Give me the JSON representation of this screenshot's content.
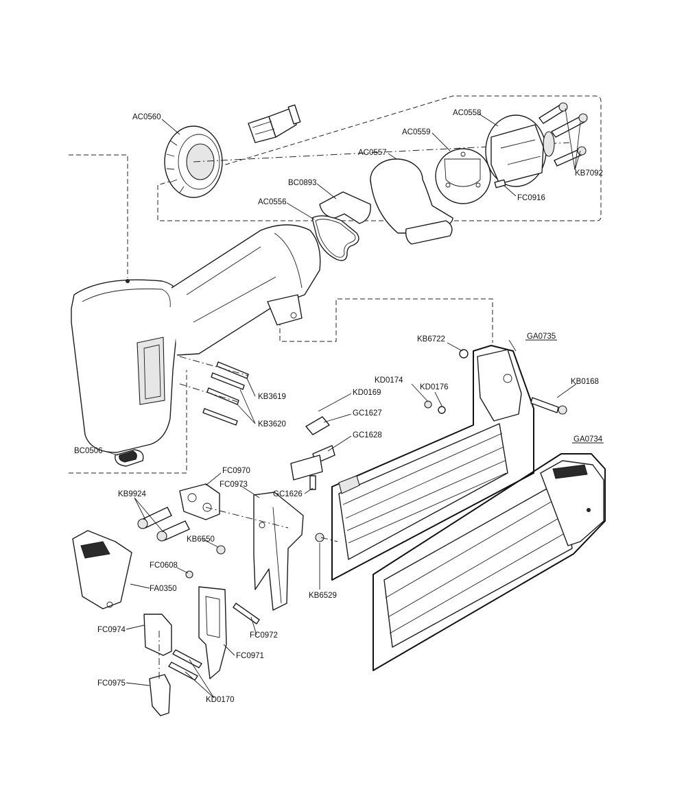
{
  "labels": [
    {
      "id": "AC0560",
      "text": "AC0560"
    },
    {
      "id": "AC0558",
      "text": "AC0558"
    },
    {
      "id": "AC0559",
      "text": "AC0559"
    },
    {
      "id": "AC0557",
      "text": "AC0557"
    },
    {
      "id": "BC0893",
      "text": "BC0893"
    },
    {
      "id": "AC0556",
      "text": "AC0556"
    },
    {
      "id": "KB7092",
      "text": "KB7092"
    },
    {
      "id": "FC0916",
      "text": "FC0916"
    },
    {
      "id": "KB6722",
      "text": "KB6722"
    },
    {
      "id": "GA0735",
      "text": "GA0735"
    },
    {
      "id": "KD0174",
      "text": "KD0174"
    },
    {
      "id": "KD0176",
      "text": "KD0176"
    },
    {
      "id": "KB0168",
      "text": "KB0168"
    },
    {
      "id": "KD0169",
      "text": "KD0169"
    },
    {
      "id": "GC1627",
      "text": "GC1627"
    },
    {
      "id": "GC1628",
      "text": "GC1628"
    },
    {
      "id": "GA0734",
      "text": "GA0734"
    },
    {
      "id": "KB3619",
      "text": "KB3619"
    },
    {
      "id": "KB3620",
      "text": "KB3620"
    },
    {
      "id": "BC0506",
      "text": "BC0506"
    },
    {
      "id": "FC0970",
      "text": "FC0970"
    },
    {
      "id": "FC0973",
      "text": "FC0973"
    },
    {
      "id": "GC1626",
      "text": "GC1626"
    },
    {
      "id": "KB9924",
      "text": "KB9924"
    },
    {
      "id": "KB6550",
      "text": "KB6550"
    },
    {
      "id": "FC0608",
      "text": "FC0608"
    },
    {
      "id": "FA0350",
      "text": "FA0350"
    },
    {
      "id": "KB6529",
      "text": "KB6529"
    },
    {
      "id": "FC0972",
      "text": "FC0972"
    },
    {
      "id": "FC0974",
      "text": "FC0974"
    },
    {
      "id": "FC0971",
      "text": "FC0971"
    },
    {
      "id": "FC0975",
      "text": "FC0975"
    },
    {
      "id": "KD0170",
      "text": "KD0170"
    }
  ]
}
